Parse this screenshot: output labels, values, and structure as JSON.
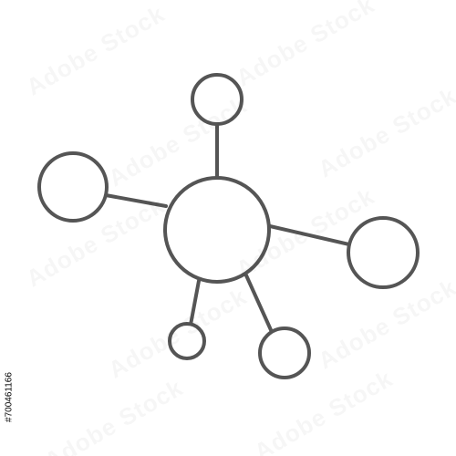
{
  "colors": {
    "stroke": "#555555",
    "background": "#ffffff",
    "watermark": "#f2f2f2"
  },
  "graphic": {
    "icon": "network-hub-icon",
    "node_count": 6,
    "link_count": 5
  },
  "watermark": {
    "text": "Adobe Stock"
  },
  "stock_id": {
    "text": "#700461166"
  }
}
